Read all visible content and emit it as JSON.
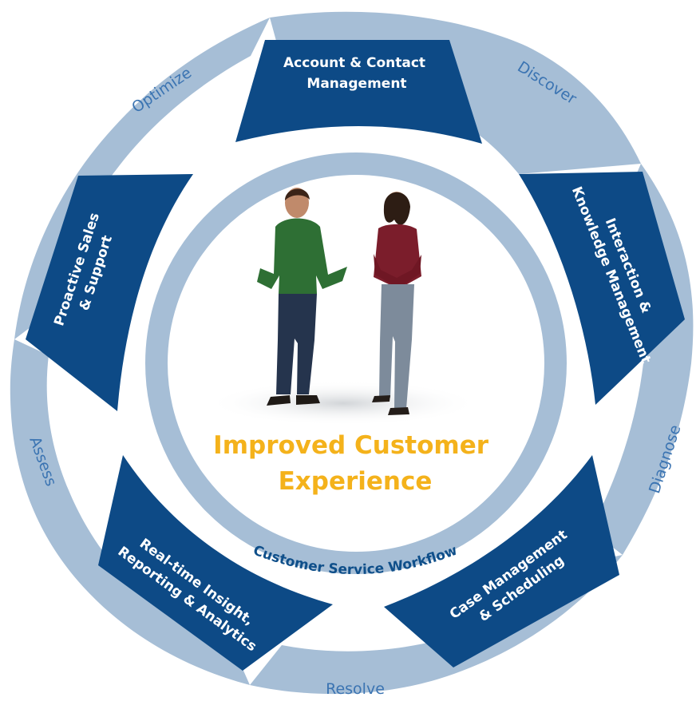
{
  "diagram": {
    "center_title": {
      "line1": "Improved Customer",
      "line2": "Experience"
    },
    "ring_label": "Customer Service Workflow",
    "panels": [
      {
        "id": "account",
        "lines": [
          "Account & Contact",
          "Management"
        ]
      },
      {
        "id": "interaction",
        "lines": [
          "Interaction &",
          "Knowledge Management"
        ]
      },
      {
        "id": "case",
        "lines": [
          "Case Management",
          "& Scheduling"
        ]
      },
      {
        "id": "realtime",
        "lines": [
          "Real-time Insight,",
          "Reporting & Analytics"
        ]
      },
      {
        "id": "proactive",
        "lines": [
          "Proactive Sales",
          "& Support"
        ]
      }
    ],
    "stages": [
      {
        "id": "discover",
        "label": "Discover"
      },
      {
        "id": "diagnose",
        "label": "Diagnose"
      },
      {
        "id": "resolve",
        "label": "Resolve"
      },
      {
        "id": "assess",
        "label": "Assess"
      },
      {
        "id": "optimize",
        "label": "Optimize"
      }
    ],
    "colors": {
      "panel": "#0d4a86",
      "outer_ring": "#a6bed6",
      "inner_ring": "#a6bed6",
      "center_text": "#f4b21b",
      "stage_text": "#3b74b2",
      "workflow_text": "#0f4f8a"
    }
  }
}
